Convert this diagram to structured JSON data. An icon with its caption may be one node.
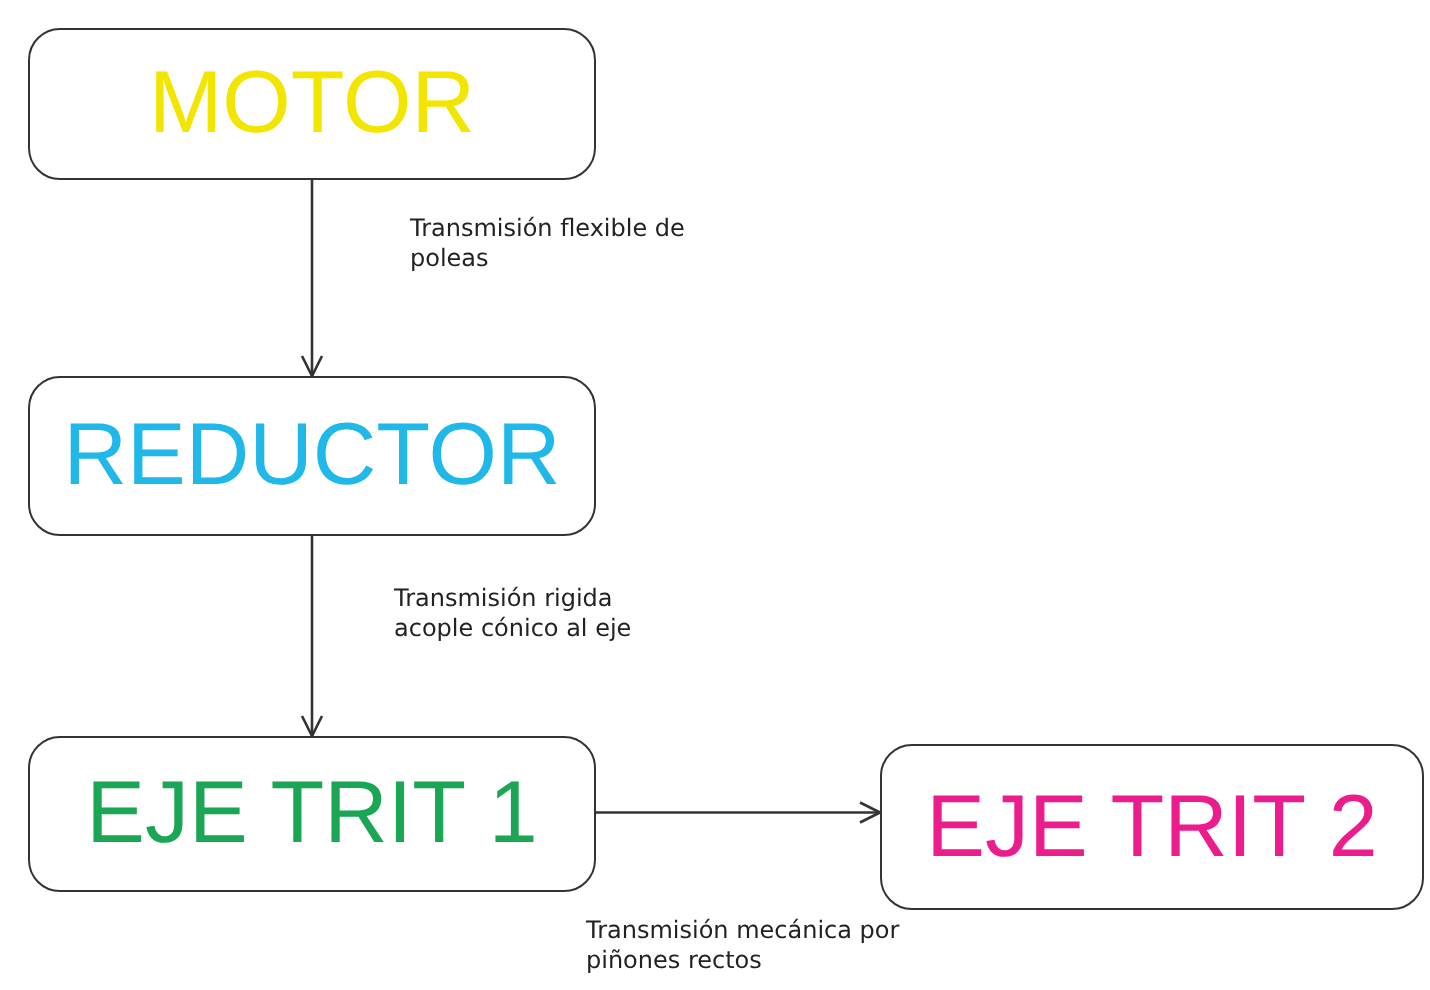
{
  "diagram": {
    "nodes": [
      {
        "text": [
          "MOTOR"
        ]
      },
      {
        "text": [
          "REDUCTOR"
        ]
      },
      {
        "text": [
          "EJE TRIT 1"
        ]
      },
      {
        "text": [
          "EJE TRIT 2"
        ]
      }
    ],
    "edges": [
      {
        "from": 0,
        "to": 1,
        "arrow": "to",
        "label": "Transmisión flexible de poleas"
      },
      {
        "from": 1,
        "to": 2,
        "arrow": "to",
        "label": "Transmisión rigida acople cónico al eje"
      },
      {
        "from": 2,
        "to": 3,
        "arrow": "to",
        "label": "Transmisión mecánica por piñones rectos"
      }
    ]
  }
}
